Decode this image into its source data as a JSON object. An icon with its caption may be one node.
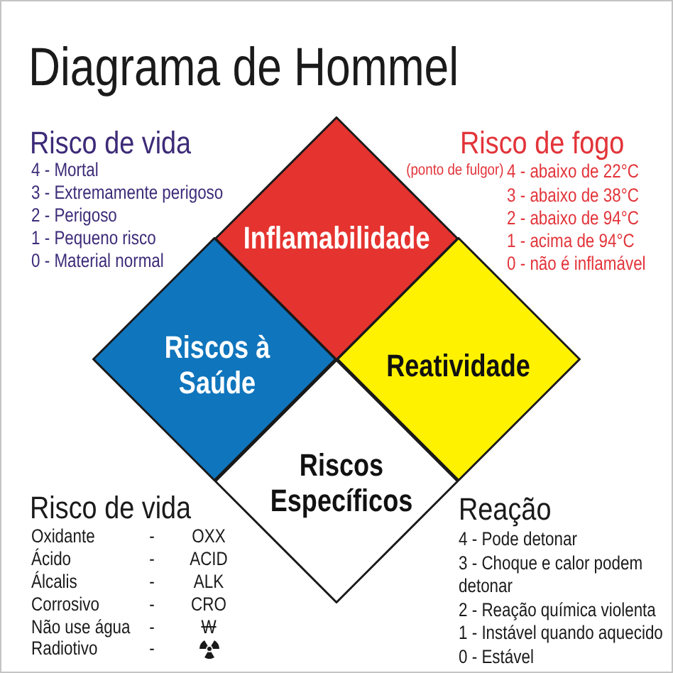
{
  "diagram": {
    "title": "Diagrama de Hommel",
    "nodes": [
      {
        "text": [
          "Inflamabilidade"
        ]
      },
      {
        "text": [
          "Riscos à Saúde"
        ]
      },
      {
        "text": [
          "Reatividade"
        ]
      },
      {
        "text": [
          "Riscos Específicos"
        ]
      }
    ],
    "labels": [
      "Risco de vida",
      "4 - Mortal",
      "3 - Extremamente perigoso",
      "2 - Perigoso",
      "1 - Pequeno risco",
      "0 - Material normal",
      "Risco de fogo",
      "(ponto de fulgor)",
      "4 - abaixo de 22°C",
      "3 - abaixo de 38°C",
      "2 - abaixo de 94°C",
      "1 - acima de 94°C",
      "0 - não é inflamável",
      "Risco de vida",
      "Oxidante",
      "-",
      "OXX",
      "Ácido",
      "-",
      "ACID",
      "Álcalis",
      "-",
      "ALK",
      "Corrosivo",
      "-",
      "CRO",
      "Não use água",
      "-",
      "W",
      "Radiotivo",
      "-",
      "Reação",
      "4 - Pode detonar",
      "3 - Choque e calor podem detonar",
      "2 - Reação química violenta",
      "1 - Instável quando aquecido",
      "0 - Estável"
    ]
  }
}
